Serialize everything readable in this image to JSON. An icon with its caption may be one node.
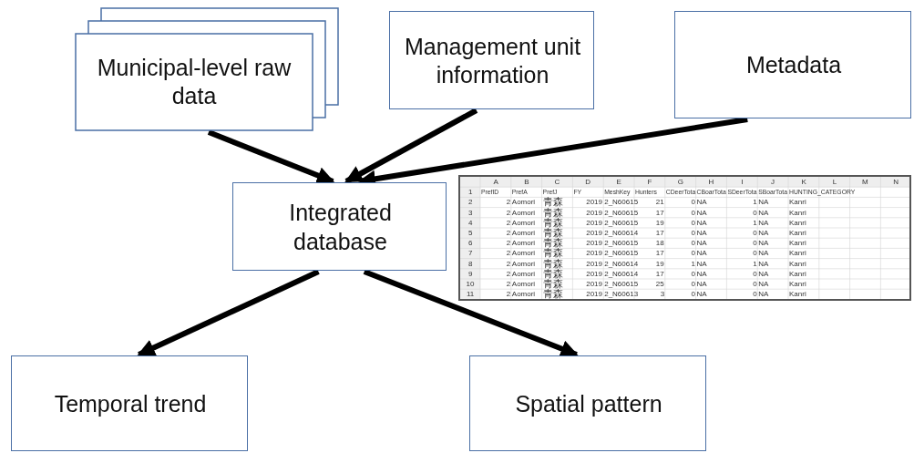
{
  "diagram": {
    "nodes": [
      {
        "text": [
          "Municipal-level raw data"
        ]
      },
      {
        "text": [
          "Management unit information"
        ]
      },
      {
        "text": [
          "Metadata"
        ]
      },
      {
        "text": [
          "Integrated database"
        ]
      },
      {
        "text": [
          "Temporal trend"
        ]
      },
      {
        "text": [
          "Spatial pattern"
        ]
      }
    ],
    "edges": [
      {
        "from": 0,
        "to": 3,
        "arrow": "to"
      },
      {
        "from": 1,
        "to": 3,
        "arrow": "to"
      },
      {
        "from": 2,
        "to": 3,
        "arrow": "to"
      },
      {
        "from": 3,
        "to": 4,
        "arrow": "to"
      },
      {
        "from": 3,
        "to": 5,
        "arrow": "to"
      }
    ],
    "labels": [
      "A",
      "B",
      "C",
      "D",
      "E",
      "F",
      "G",
      "H",
      "I",
      "J",
      "K",
      "L",
      "M",
      "N",
      "1",
      "PrefID",
      "PrefA",
      "PrefJ",
      "FY",
      "MeshKey",
      "Hunters",
      "CDeerTota",
      "CBoarTota",
      "SDeerTota",
      "SBoarTota",
      "HUNTING_CATEGORY",
      "2",
      "2",
      "Aomori",
      "青森",
      "2019",
      "2_N60615",
      "21",
      "0",
      "NA",
      "1",
      "NA",
      "Kanri",
      "3",
      "2",
      "Aomori",
      "青森",
      "2019",
      "2_N60615",
      "17",
      "0",
      "NA",
      "0",
      "NA",
      "Kanri",
      "4",
      "2",
      "Aomori",
      "青森",
      "2019",
      "2_N60615",
      "19",
      "0",
      "NA",
      "1",
      "NA",
      "Kanri",
      "5",
      "2",
      "Aomori",
      "青森",
      "2019",
      "2_N60614",
      "17",
      "0",
      "NA",
      "0",
      "NA",
      "Kanri",
      "6",
      "2",
      "Aomori",
      "青森",
      "2019",
      "2_N60615",
      "18",
      "0",
      "NA",
      "0",
      "NA",
      "Kanri",
      "7",
      "2",
      "Aomori",
      "青森",
      "2019",
      "2_N60615",
      "17",
      "0",
      "NA",
      "0",
      "NA",
      "Kanri",
      "8",
      "2",
      "Aomori",
      "青森",
      "2019",
      "2_N60614",
      "19",
      "1",
      "NA",
      "1",
      "NA",
      "Kanri",
      "9",
      "2",
      "Aomori",
      "青森",
      "2019",
      "2_N60614",
      "17",
      "0",
      "NA",
      "0",
      "NA",
      "Kanri",
      "10",
      "2",
      "Aomori",
      "青森",
      "2019",
      "2_N60615",
      "25",
      "0",
      "NA",
      "0",
      "NA",
      "Kanri",
      "11",
      "2",
      "Aomori",
      "青森",
      "2019",
      "2_N60613",
      "3",
      "0",
      "NA",
      "0",
      "NA",
      "Kanri"
    ]
  }
}
